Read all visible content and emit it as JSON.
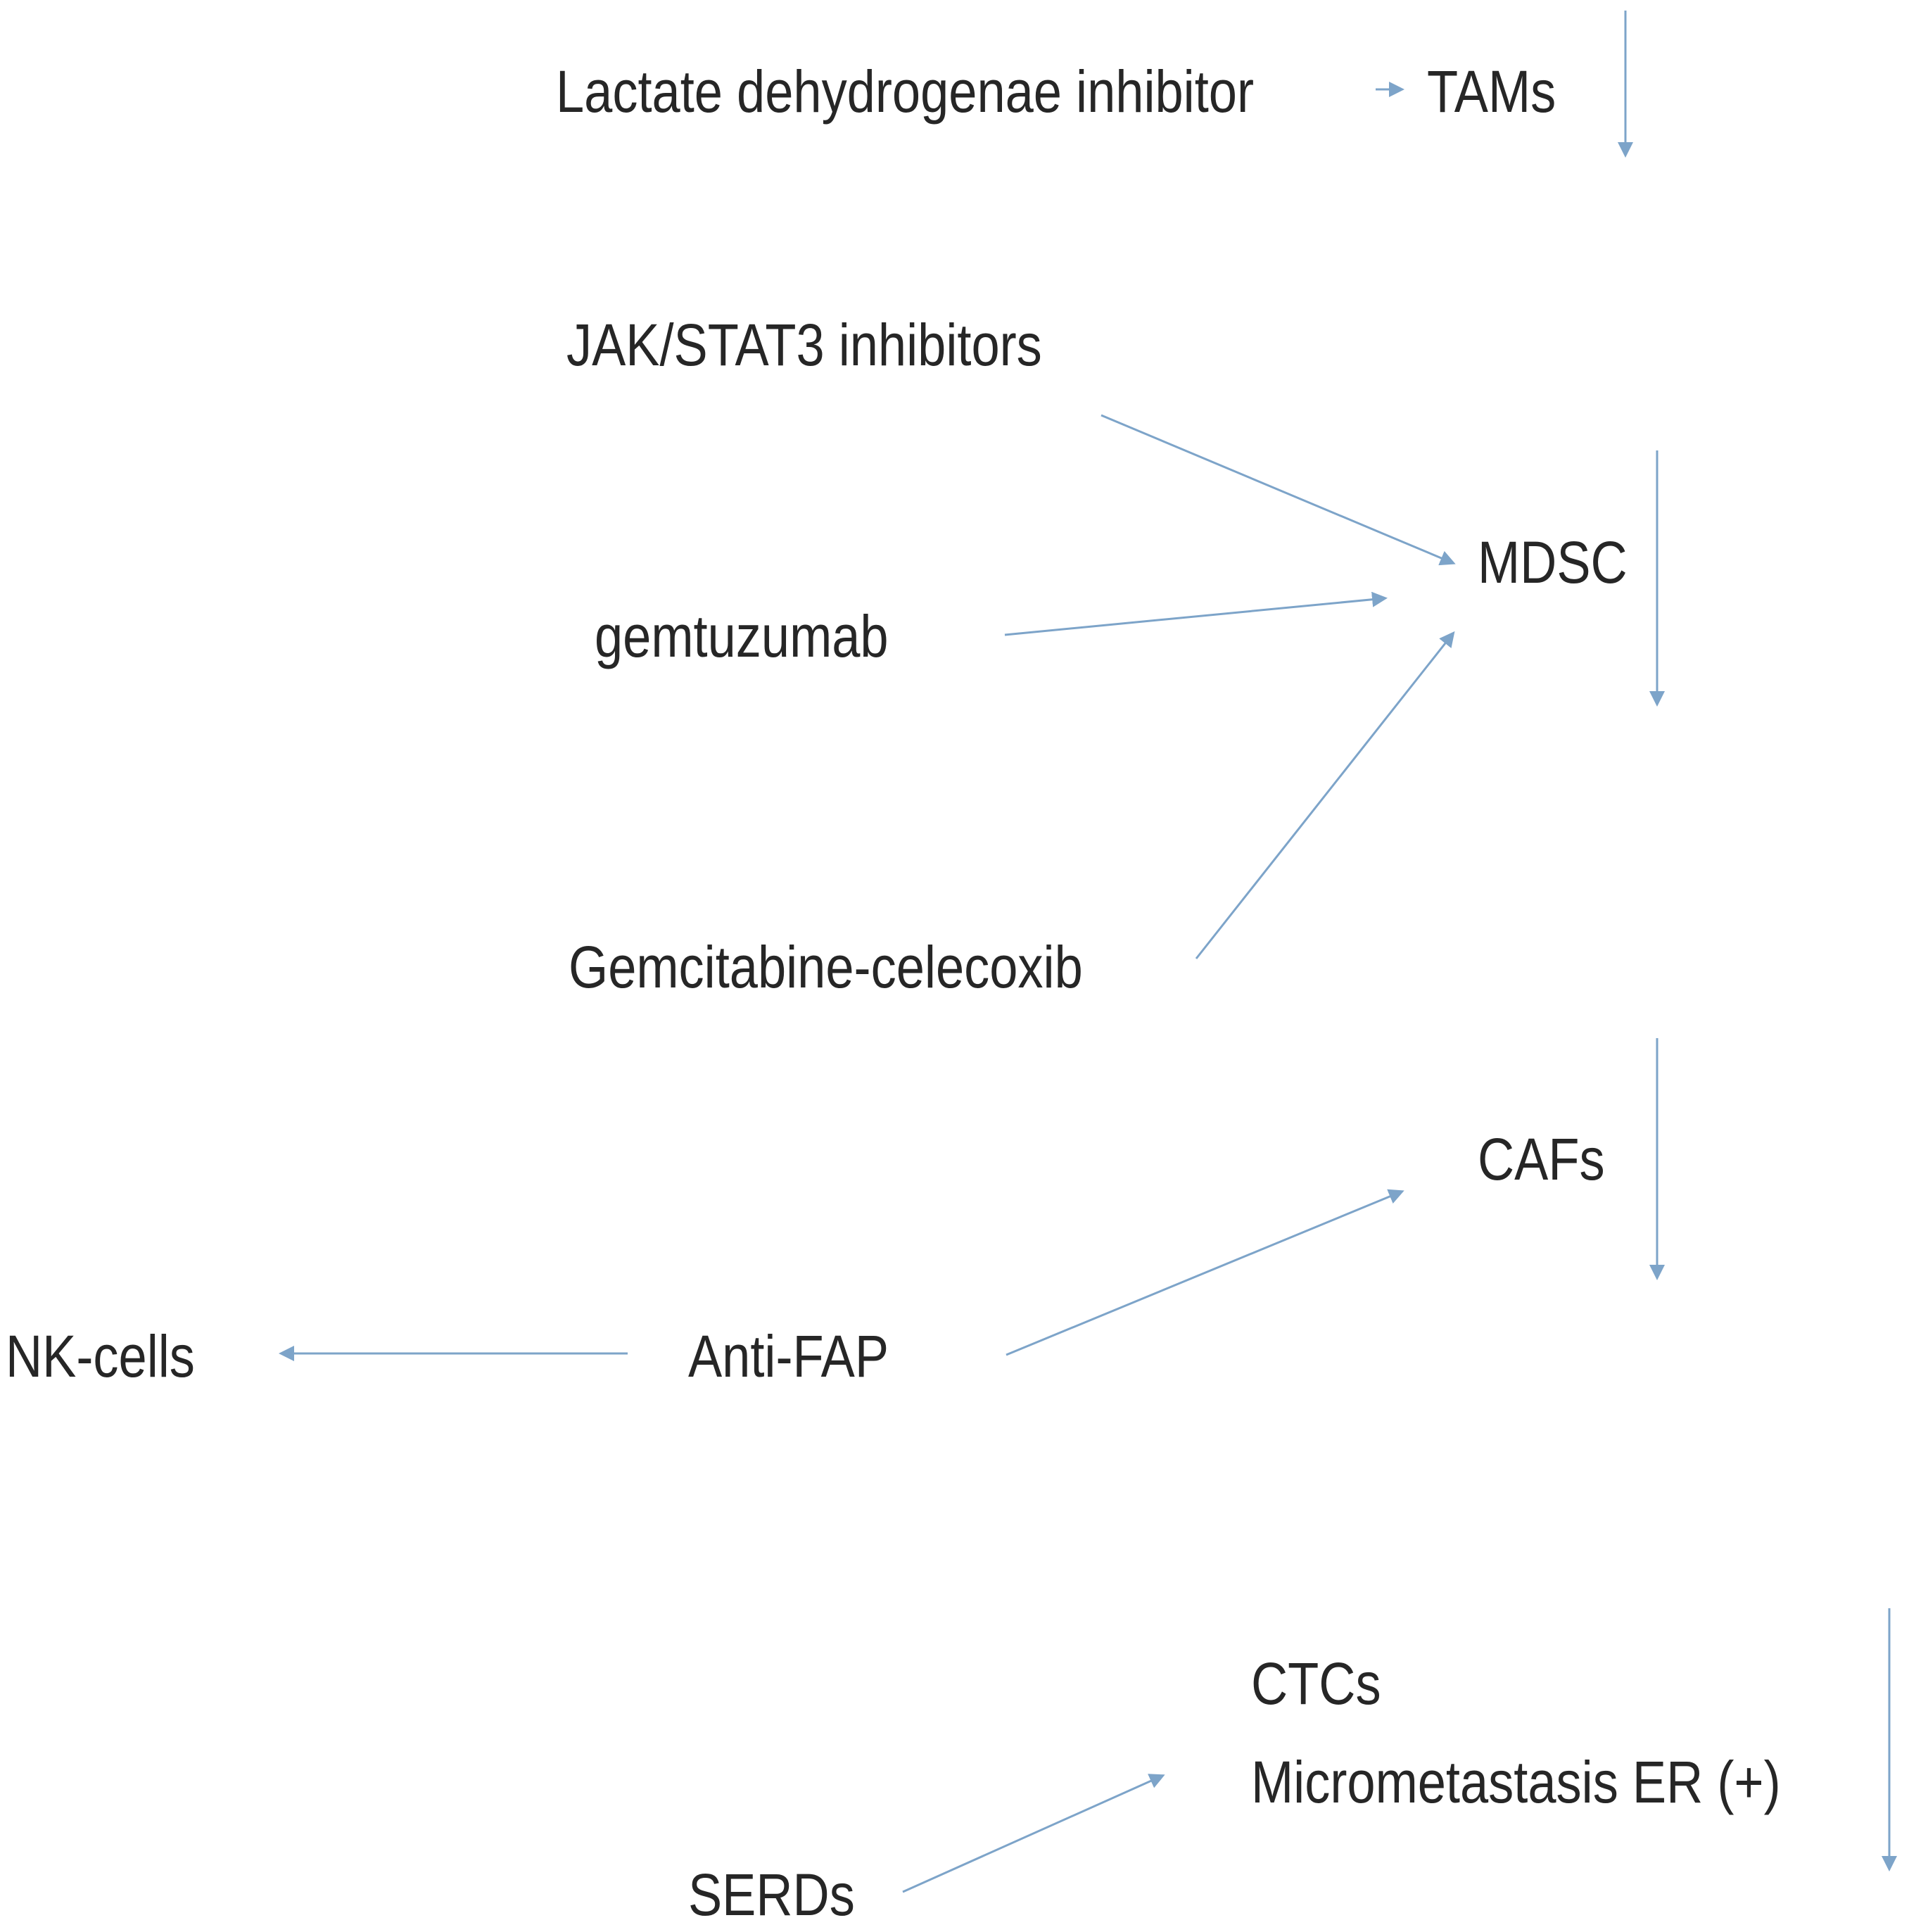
{
  "nodes": {
    "lactate": "Lactate dehydrogenae inhibitor",
    "tams": "TAMs",
    "jak": "JAK/STAT3 inhibitors",
    "mdsc": "MDSC",
    "gemtuzumab": "gemtuzumab",
    "gemcitabine": "Gemcitabine-celecoxib",
    "cafs": "CAFs",
    "nk": "NK-cells",
    "antifap": "Anti-FAP",
    "ctcs": "CTCs",
    "micrometastasis": "Micrometastasis ER (+)",
    "serds": "SERDs"
  },
  "colors": {
    "arrow": "#7da4c9",
    "text": "#262626",
    "background": "#ffffff"
  },
  "icons": {
    "arrowhead": "triangle-arrowhead",
    "down_arrow": "down-arrow-icon"
  }
}
